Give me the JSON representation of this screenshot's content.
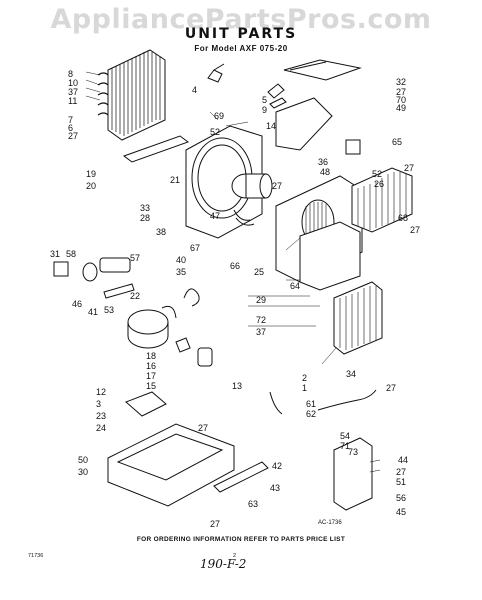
{
  "watermark": "AppliancePartsPros.com",
  "title": "UNIT PARTS",
  "subtitle": "For Model AXF 075-20",
  "diagram_code": "AC-1736",
  "footer_note": "FOR ORDERING INFORMATION REFER TO PARTS PRICE LIST",
  "page_number": "2",
  "left_code": "71736",
  "handwritten": "190-F-2",
  "callouts": [
    "1",
    "2",
    "3",
    "4",
    "5",
    "6",
    "7",
    "8",
    "9",
    "10",
    "11",
    "12",
    "13",
    "14",
    "15",
    "16",
    "17",
    "18",
    "19",
    "20",
    "21",
    "22",
    "23",
    "24",
    "25",
    "26",
    "27",
    "28",
    "29",
    "30",
    "31",
    "32",
    "33",
    "34",
    "35",
    "36",
    "37",
    "38",
    "40",
    "41",
    "42",
    "43",
    "44",
    "45",
    "46",
    "47",
    "48",
    "49",
    "50",
    "51",
    "52",
    "53",
    "54",
    "56",
    "57",
    "58",
    "61",
    "62",
    "63",
    "64",
    "65",
    "66",
    "67",
    "68",
    "69",
    "70",
    "71",
    "72",
    "73"
  ]
}
